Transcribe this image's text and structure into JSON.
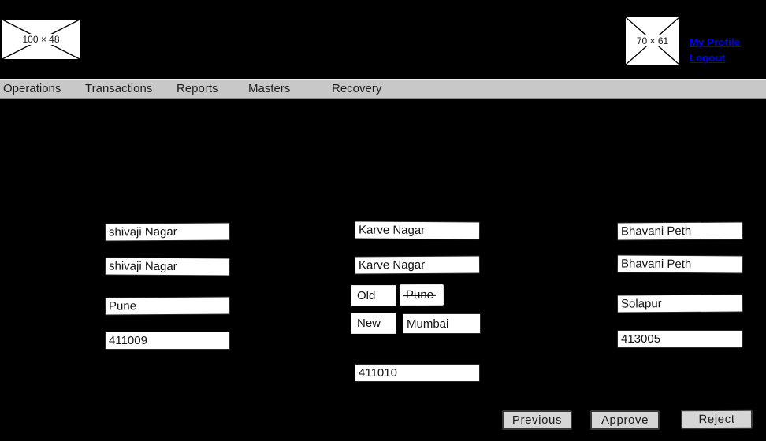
{
  "header": {
    "logo_placeholder_label": "100 × 48",
    "avatar_placeholder_label": "70 × 61",
    "links": {
      "profile": "My Profile",
      "logout": "Logout"
    }
  },
  "nav": {
    "items": [
      "Operations",
      "Transactions",
      "Reports",
      "Masters",
      "Recovery"
    ]
  },
  "address_form": {
    "address1": {
      "line1": "shivaji Nagar",
      "line2": "shivaji Nagar",
      "city": "Pune",
      "pincode": "411009"
    },
    "address2": {
      "line1": "Karve Nagar",
      "line2": "Karve Nagar",
      "old_label": "Old",
      "old_city": "Pune",
      "new_label": "New",
      "new_city": "Mumbai",
      "pincode": "411010"
    },
    "address3": {
      "line1": "Bhavani Peth",
      "line2": "Bhavani Peth",
      "city": "Solapur",
      "pincode": "413005"
    }
  },
  "actions": {
    "previous": "Previous",
    "approve": "Approve",
    "reject": "Reject"
  },
  "colors": {
    "page_bg": "#000000",
    "navbar_bg": "#c8c8c8",
    "link_blue": "#0000ff",
    "button_bg": "#d6d6d6",
    "field_bg": "#ffffff"
  }
}
